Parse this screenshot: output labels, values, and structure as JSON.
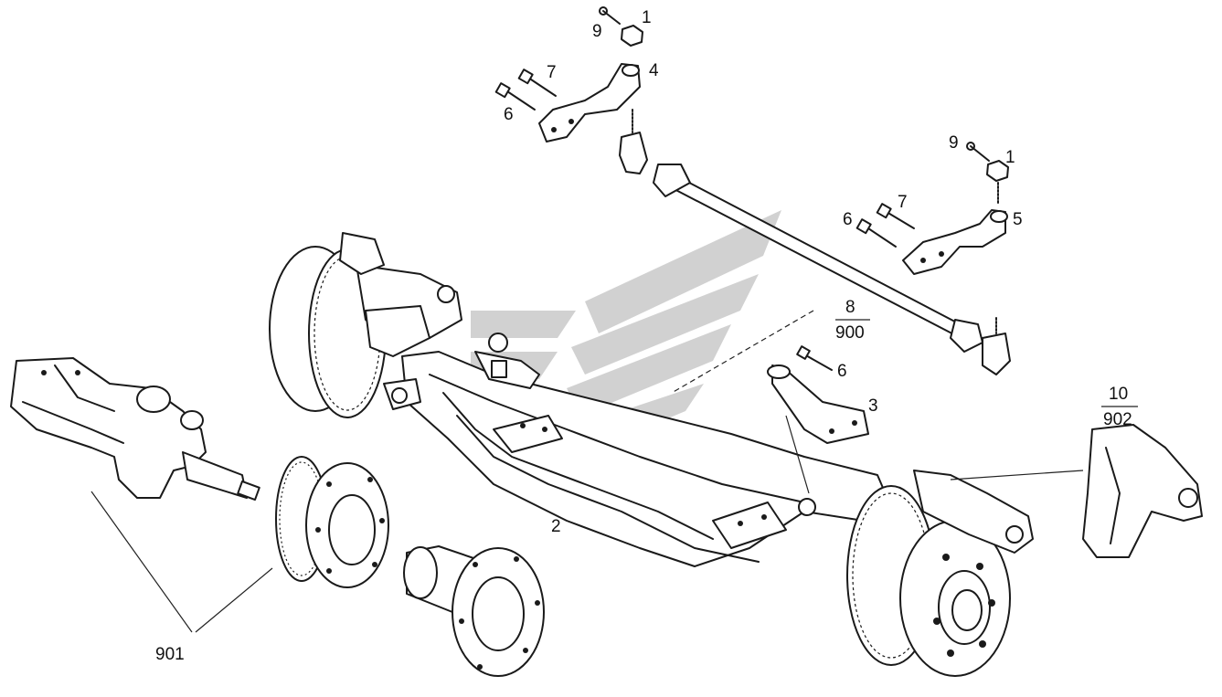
{
  "labels": {
    "l1a": "1",
    "l9a": "9",
    "l7a": "7",
    "l4": "4",
    "l6a": "6",
    "l9b": "9",
    "l1b": "1",
    "l7b": "7",
    "l6b": "6",
    "l5": "5",
    "l8": "8",
    "l900": "900",
    "l6c": "6",
    "l3": "3",
    "l10": "10",
    "l902": "902",
    "l2": "2",
    "l901": "901"
  },
  "colors": {
    "ink": "#1a1a1a",
    "watermark": "#9a9a9a",
    "paper": "#ffffff"
  }
}
